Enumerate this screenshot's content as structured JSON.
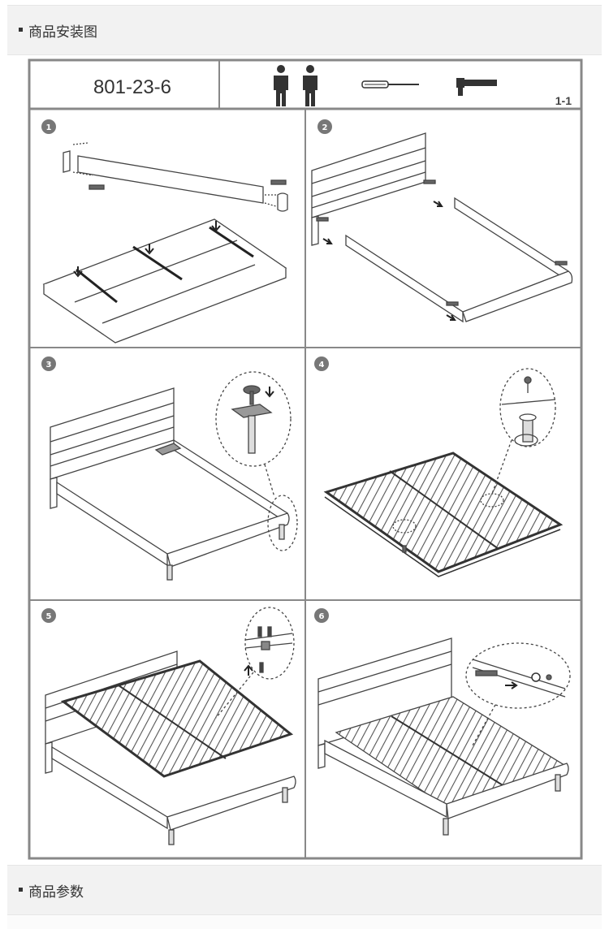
{
  "sections": [
    {
      "title": "商品安装图"
    },
    {
      "title": "商品参数"
    }
  ],
  "diagram": {
    "model_number": "801-23-6",
    "page_label": "1-1",
    "tools": [
      "people-icon",
      "screwdriver-icon",
      "hammer-icon"
    ],
    "steps": [
      "1",
      "2",
      "3",
      "4",
      "5",
      "6"
    ]
  }
}
